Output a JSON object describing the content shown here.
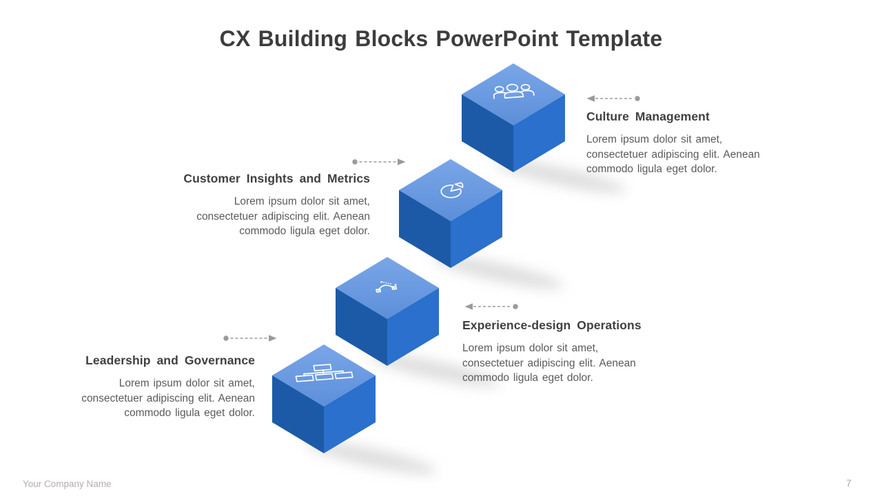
{
  "title": "CX Building Blocks PowerPoint Template",
  "blocks": {
    "leadership": {
      "heading": "Leadership and Governance",
      "body": "Lorem ipsum dolor sit amet,\nconsectetuer adipiscing elit. Aenean\ncommodo ligula eget dolor.",
      "icon": "org-chart-icon"
    },
    "experience": {
      "heading": "Experience-design Operations",
      "body": "Lorem ipsum dolor sit amet,\nconsectetuer adipiscing elit. Aenean\ncommodo ligula eget dolor.",
      "icon": "bezier-curve-icon"
    },
    "customer": {
      "heading": "Customer Insights and Metrics",
      "body": "Lorem ipsum dolor sit amet,\nconsectetuer adipiscing elit. Aenean\ncommodo ligula eget dolor.",
      "icon": "pie-chart-icon"
    },
    "culture": {
      "heading": "Culture Management",
      "body": "Lorem ipsum dolor sit amet,\nconsectetuer adipiscing elit. Aenean\ncommodo ligula eget dolor.",
      "icon": "people-icon"
    }
  },
  "footer": {
    "company": "Your Company Name",
    "page": "7"
  },
  "colors": {
    "cube_top_gradient_start": "#7AA6E8",
    "cube_top_gradient_end": "#5C8FD9",
    "cube_left_face": "#1C5AA8",
    "cube_right_face": "#2A70CC",
    "icon_stroke": "#FFFFFF",
    "title_text": "#3D3D3D",
    "heading_text": "#404040",
    "body_text": "#5A5A5A",
    "connector_gray": "#9A9A9A",
    "company_text": "#B9AAAE",
    "page_number_text": "#A6A6A6"
  }
}
